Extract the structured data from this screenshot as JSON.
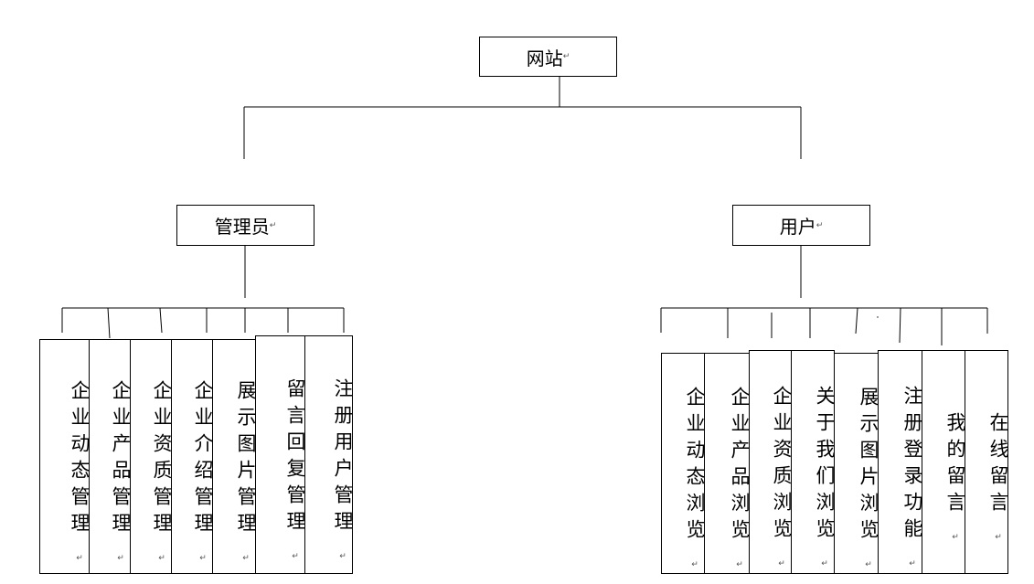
{
  "root": {
    "label": "网站"
  },
  "admin": {
    "label": "管理员",
    "children": [
      "企业动态管理",
      "企业产品管理",
      "企业资质管理",
      "企业介绍管理",
      "展示图片管理",
      "留言回复管理",
      "注册用户管理"
    ]
  },
  "user": {
    "label": "用户",
    "children": [
      "企业动态浏览",
      "企业产品浏览",
      "企业资质浏览",
      "关于我们浏览",
      "展示图片浏览",
      "注册登录功能",
      "我的留言",
      "在线留言"
    ]
  },
  "paragraph_mark": "↵"
}
